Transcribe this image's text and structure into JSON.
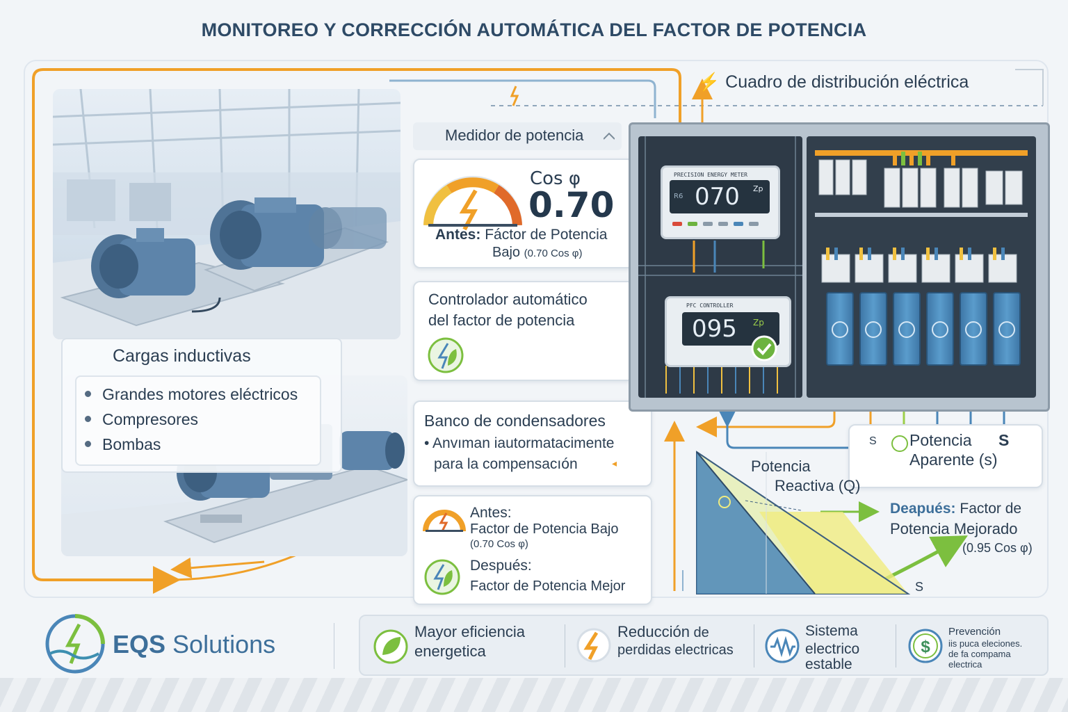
{
  "title": "MONITOREO Y CORRECCIÓN AUTOMÁTICA DEL FACTOR DE POTENCIA",
  "distribution_board": {
    "label": "Cuadro de distribución eléctrica"
  },
  "meter": {
    "label": "Medidor de potencia",
    "cos_label": "Cos φ",
    "value": "0.70",
    "before_label": "Antes:",
    "before_text": "Fáctor de Potencia",
    "before_text2": "Bajo",
    "before_paren": "(0.70 Cos φ)",
    "device_display": "070",
    "device_header": "PRECISION ENERGY METER",
    "device_small": "Zp",
    "device_left": "R6"
  },
  "controller": {
    "label_line1": "Controlador automático",
    "label_line2": "del factor de potencia",
    "device_display": "095",
    "device_header": "PFC CONTROLLER",
    "device_small": "Zp"
  },
  "inductive_loads": {
    "title": "Cargas inductivas",
    "items": [
      "Grandes motores eléctricos",
      "Compresores",
      "Bombas"
    ]
  },
  "capacitor_bank": {
    "title": "Banco de condensadores",
    "line1": "• Anvıman iautormatacimente",
    "line2": "para la compensacıón"
  },
  "before_after": {
    "before_label": "Antes:",
    "before_text": "Factor de Potencia Bajo",
    "before_paren": "(0.70 Cos φ)",
    "after_label": "Después:",
    "after_text": "Factor de Potencia Mejor"
  },
  "power_triangle": {
    "reactive_line1": "Potencia",
    "reactive_line2": "Reactiva (Q)",
    "apparent_s1": "S",
    "apparent_line1": "Potencia",
    "apparent_s2": "S",
    "apparent_line2": "Aparente (s)",
    "s_bottom": "S",
    "after_label": "Deapués:",
    "after_text1": "Factor de",
    "after_text2": "Potencia Mejorado",
    "after_paren": "(0.95 Cos φ)"
  },
  "brand": {
    "name_bold": "EQS",
    "name_rest": " Solutions"
  },
  "benefits": [
    {
      "line1": "Mayor eficiencia",
      "line2": "energetica"
    },
    {
      "line1": "Reducción",
      "line1b": " de",
      "line2": "perdidas electricas"
    },
    {
      "line1": "Sistema",
      "line2": "electrico",
      "line3": "estable"
    },
    {
      "line1": "Prevención",
      "line2": "iis puca eleciones.",
      "line3": "de fa compama",
      "line4": "electrica"
    }
  ],
  "colors": {
    "accent_orange": "#f0a028",
    "accent_blue": "#4a86b8",
    "accent_green": "#6cb33f",
    "title_blue": "#2e4a66"
  }
}
